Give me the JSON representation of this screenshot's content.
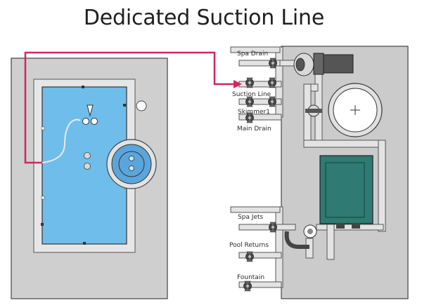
{
  "title": "Dedicated Suction Line",
  "labels": {
    "spa_drain": "Spa Drain",
    "suction_line": "Suction Line",
    "skimmer": "Skimmer1",
    "main_drain": "Main Drain",
    "spa_jets": "Spa Jets",
    "pool_returns": "Pool Returns",
    "fountain": "Fountain"
  },
  "colors": {
    "suction_line": "#d6245c",
    "pool_water": "#6fbdea",
    "spa_water": "#5aa6dc",
    "deck": "#cfcfcf",
    "equipment_pad": "#cbcbcb",
    "filter_body": "#2f7a72",
    "pipe": "#e3e3e3",
    "outline": "#333333"
  }
}
